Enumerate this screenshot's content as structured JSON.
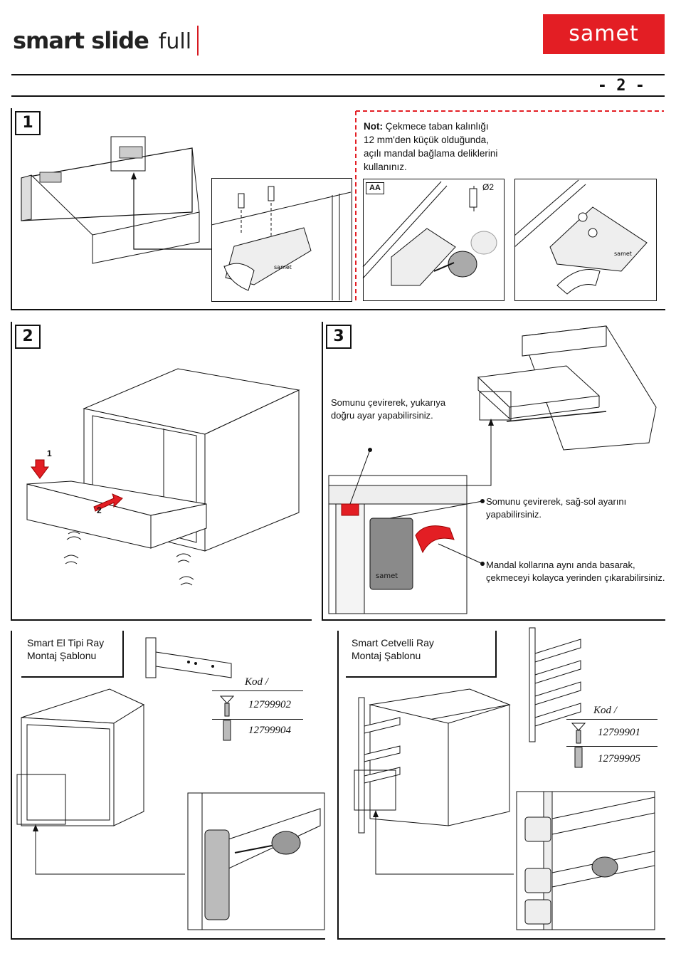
{
  "header": {
    "brand_bold": "smart slide",
    "brand_light": "full",
    "logo": "samet",
    "page_number": "- 2 -"
  },
  "step1": {
    "number": "1",
    "note_bold": "Not:",
    "note_lines": [
      "Çekmece taban kalınlığı",
      "12 mm'den küçük olduğunda,",
      "açılı mandal bağlama deliklerini",
      "kullanınız."
    ],
    "detail_tag": "AA",
    "drill_label": "Ø2",
    "clip_brand": "samet"
  },
  "step2": {
    "number": "2",
    "arrow1": "1",
    "arrow2": "2"
  },
  "step3": {
    "number": "3",
    "callout_top_1": "Somunu çevirerek, yukarıya",
    "callout_top_2": "doğru ayar yapabilirsiniz.",
    "callout_mid_1": "Somunu çevirerek, sağ-sol ayarını",
    "callout_mid_2": "yapabilirsiniz.",
    "callout_bot_1": "Mandal kollarına aynı anda basarak,",
    "callout_bot_2": "çekmeceyi kolayca yerinden çıkarabilirsiniz.",
    "clip_brand": "samet"
  },
  "template_left": {
    "title_1": "Smart El Tipi Ray",
    "title_2": "Montaj Şablonu",
    "code_label": "Kod /",
    "codes": [
      "12799902",
      "12799904"
    ]
  },
  "template_right": {
    "title_1": "Smart Cetvelli Ray",
    "title_2": "Montaj Şablonu",
    "code_label": "Kod /",
    "codes": [
      "12799901",
      "12799905"
    ]
  },
  "colors": {
    "accent_red": "#e31e24",
    "line": "#111111",
    "clip_grey": "#8a8a8a"
  }
}
